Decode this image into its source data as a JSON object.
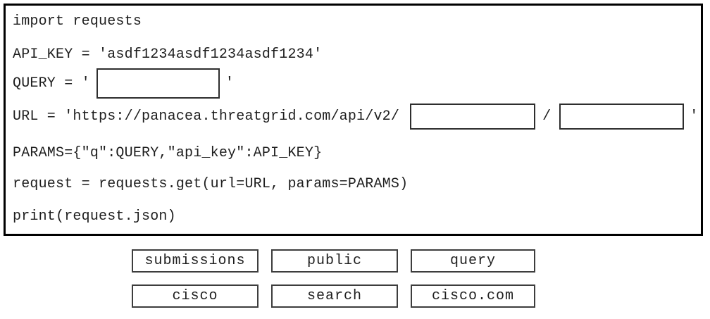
{
  "code": {
    "import_line": "import requests",
    "api_key_line": "API_KEY = 'asdf1234asdf1234asdf1234'",
    "query_prefix": "QUERY = '",
    "query_suffix": "'",
    "url_prefix": "URL = 'https://panacea.threatgrid.com/api/v2/",
    "url_separator": "/",
    "url_suffix": "'",
    "params_line": "PARAMS={\"q\":QUERY,\"api_key\":API_KEY}",
    "request_line": "request = requests.get(url=URL, params=PARAMS)",
    "print_line": "print(request.json)"
  },
  "blanks": {
    "query_value": "",
    "url_segment_1_value": "",
    "url_segment_2_value": ""
  },
  "options": [
    {
      "label": "submissions"
    },
    {
      "label": "public"
    },
    {
      "label": "query"
    },
    {
      "label": "cisco"
    },
    {
      "label": "search"
    },
    {
      "label": "cisco.com"
    }
  ],
  "colors": {
    "code_text": "#1e1e1e",
    "panel_border": "#000000",
    "blank_border": "#2e2e2e",
    "option_border": "#3d3d3d",
    "background": "#ffffff"
  }
}
